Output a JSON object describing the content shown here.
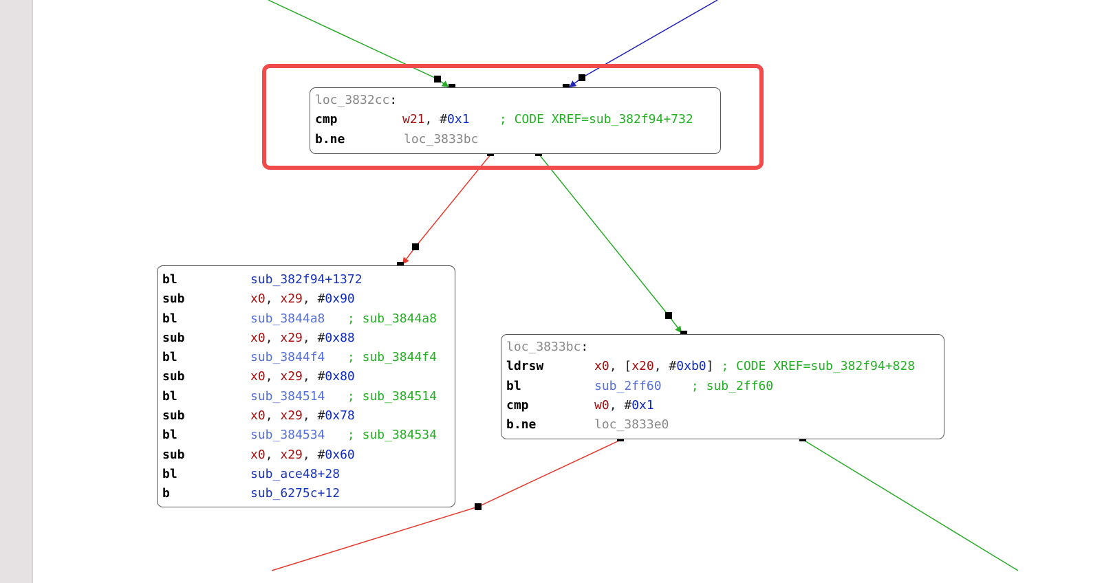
{
  "colors": {
    "edge_true": "#2aaa2a",
    "edge_false": "#e33b2e",
    "edge_unconditional": "#2323b8",
    "highlight": "#f24b4b",
    "label": "#888888",
    "register": "#a50e0e",
    "immediate": "#0b28c2",
    "function_ref": "#5570d8",
    "comment": "#23b023"
  },
  "blocks": [
    {
      "id": "loc_3832cc",
      "label": "loc_3832cc",
      "highlighted": true,
      "lines": [
        {
          "mnemonic": "cmp",
          "operands": "w21, #0x1",
          "reg1": "w21",
          "imm1": "0x1",
          "comment": "; CODE XREF=sub_382f94+732"
        },
        {
          "mnemonic": "b.ne",
          "target": "loc_3833bc"
        }
      ]
    },
    {
      "id": "block_calls",
      "lines": [
        {
          "mnemonic": "bl",
          "target": "sub_382f94+1372"
        },
        {
          "mnemonic": "sub",
          "reg1": "x0",
          "reg2": "x29",
          "imm": "0x90"
        },
        {
          "mnemonic": "bl",
          "target": "sub_3844a8",
          "comment": "; sub_3844a8"
        },
        {
          "mnemonic": "sub",
          "reg1": "x0",
          "reg2": "x29",
          "imm": "0x88"
        },
        {
          "mnemonic": "bl",
          "target": "sub_3844f4",
          "comment": "; sub_3844f4"
        },
        {
          "mnemonic": "sub",
          "reg1": "x0",
          "reg2": "x29",
          "imm": "0x80"
        },
        {
          "mnemonic": "bl",
          "target": "sub_384514",
          "comment": "; sub_384514"
        },
        {
          "mnemonic": "sub",
          "reg1": "x0",
          "reg2": "x29",
          "imm": "0x78"
        },
        {
          "mnemonic": "bl",
          "target": "sub_384534",
          "comment": "; sub_384534"
        },
        {
          "mnemonic": "sub",
          "reg1": "x0",
          "reg2": "x29",
          "imm": "0x60"
        },
        {
          "mnemonic": "bl",
          "target": "sub_ace48+28"
        },
        {
          "mnemonic": "b",
          "target": "sub_6275c+12"
        }
      ]
    },
    {
      "id": "loc_3833bc",
      "label": "loc_3833bc",
      "lines": [
        {
          "mnemonic": "ldrsw",
          "reg1": "x0",
          "reg2": "x20",
          "imm": "0xb0",
          "comment": "; CODE XREF=sub_382f94+828"
        },
        {
          "mnemonic": "bl",
          "target": "sub_2ff60",
          "comment": "; sub_2ff60"
        },
        {
          "mnemonic": "cmp",
          "reg1": "w0",
          "imm": "0x1"
        },
        {
          "mnemonic": "b.ne",
          "target": "loc_3833e0"
        }
      ]
    }
  ],
  "punct": {
    "colon": ":",
    "comma": ", ",
    "hash": "#",
    "lbr": "[",
    "rbr": "]"
  },
  "edges": [
    {
      "from": "offscreen-top-left",
      "to": "loc_3832cc",
      "kind": "true"
    },
    {
      "from": "offscreen-top-right",
      "to": "loc_3832cc",
      "kind": "unconditional"
    },
    {
      "from": "loc_3832cc",
      "to": "block_calls",
      "kind": "false"
    },
    {
      "from": "loc_3832cc",
      "to": "loc_3833bc",
      "kind": "true"
    },
    {
      "from": "loc_3833bc",
      "to": "offscreen-bottom-left",
      "kind": "false"
    },
    {
      "from": "loc_3833bc",
      "to": "offscreen-bottom-right",
      "kind": "true"
    }
  ]
}
